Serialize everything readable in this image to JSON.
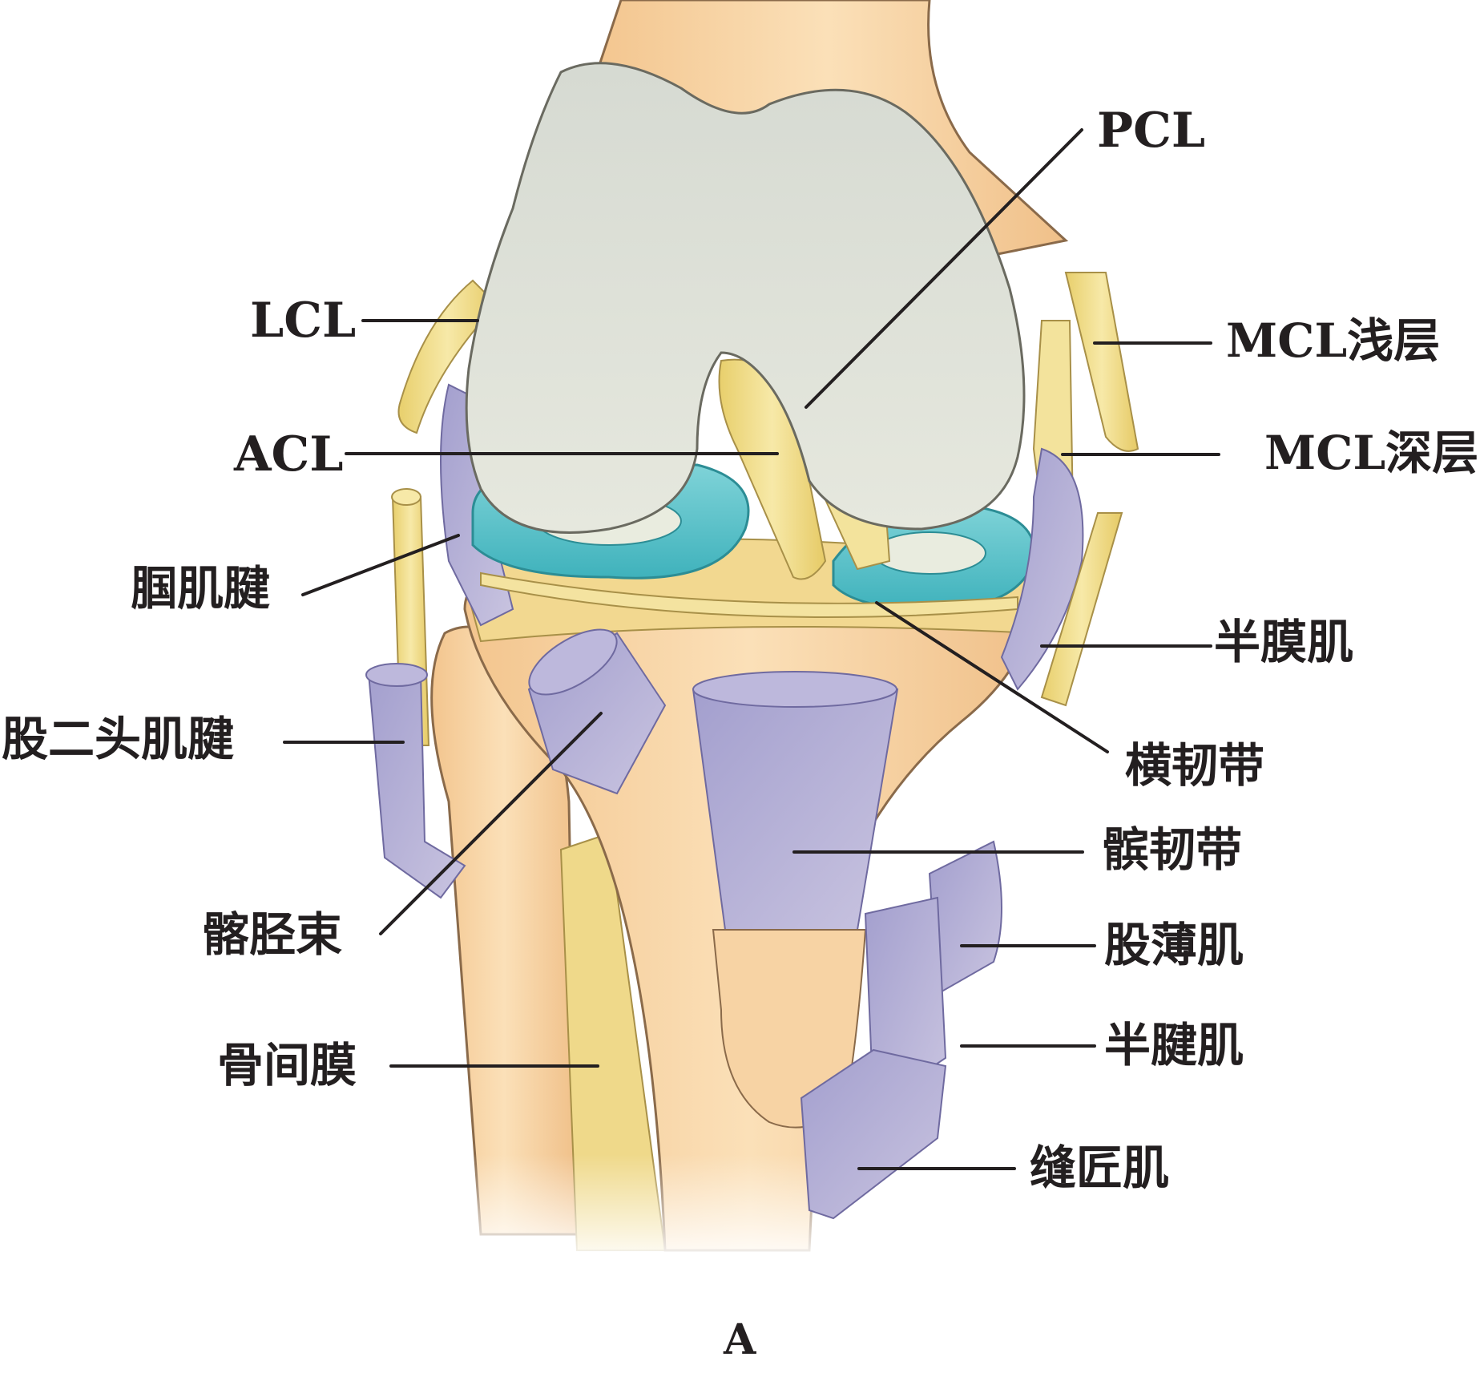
{
  "labels": {
    "pcl": "PCL",
    "lcl": "LCL",
    "mcl_superficial": "MCL浅层",
    "acl": "ACL",
    "mcl_deep": "MCL深层",
    "popliteus_tendon": "腘肌腱",
    "semimembranosus": "半膜肌",
    "biceps_tendon": "股二头肌腱",
    "transverse_ligament": "横韧带",
    "patellar_ligament": "髌韧带",
    "iliotibial_band": "髂胫束",
    "gracilis": "股薄肌",
    "semitendinosus": "半腱肌",
    "interosseous_membrane": "骨间膜",
    "sartorius": "缝匠肌"
  },
  "panel_letter": "A",
  "colors": {
    "bone": "#f7d3a4",
    "cartilage": "#dde0d6",
    "ligament": "#f1dd87",
    "meniscus": "#5fc1c9",
    "muscle": "#b2aed3",
    "leader": "#231f20"
  }
}
